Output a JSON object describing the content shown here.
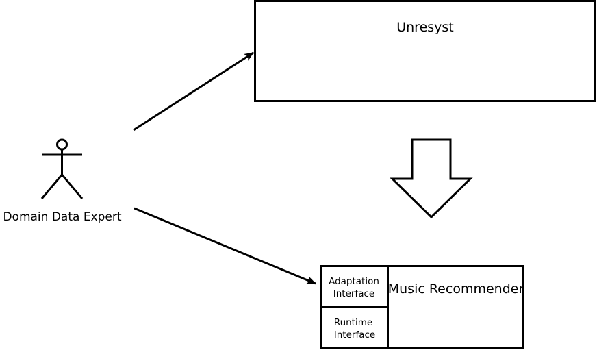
{
  "diagram": {
    "actor": {
      "label": "Domain Data Expert"
    },
    "unresyst_box": {
      "title": "Unresyst"
    },
    "recommender_box": {
      "title": "Music Recommender",
      "adaptation_interface": {
        "line1": "Adaptation",
        "line2": "Interface"
      },
      "runtime_interface": {
        "line1": "Runtime",
        "line2": "Interface"
      }
    }
  }
}
